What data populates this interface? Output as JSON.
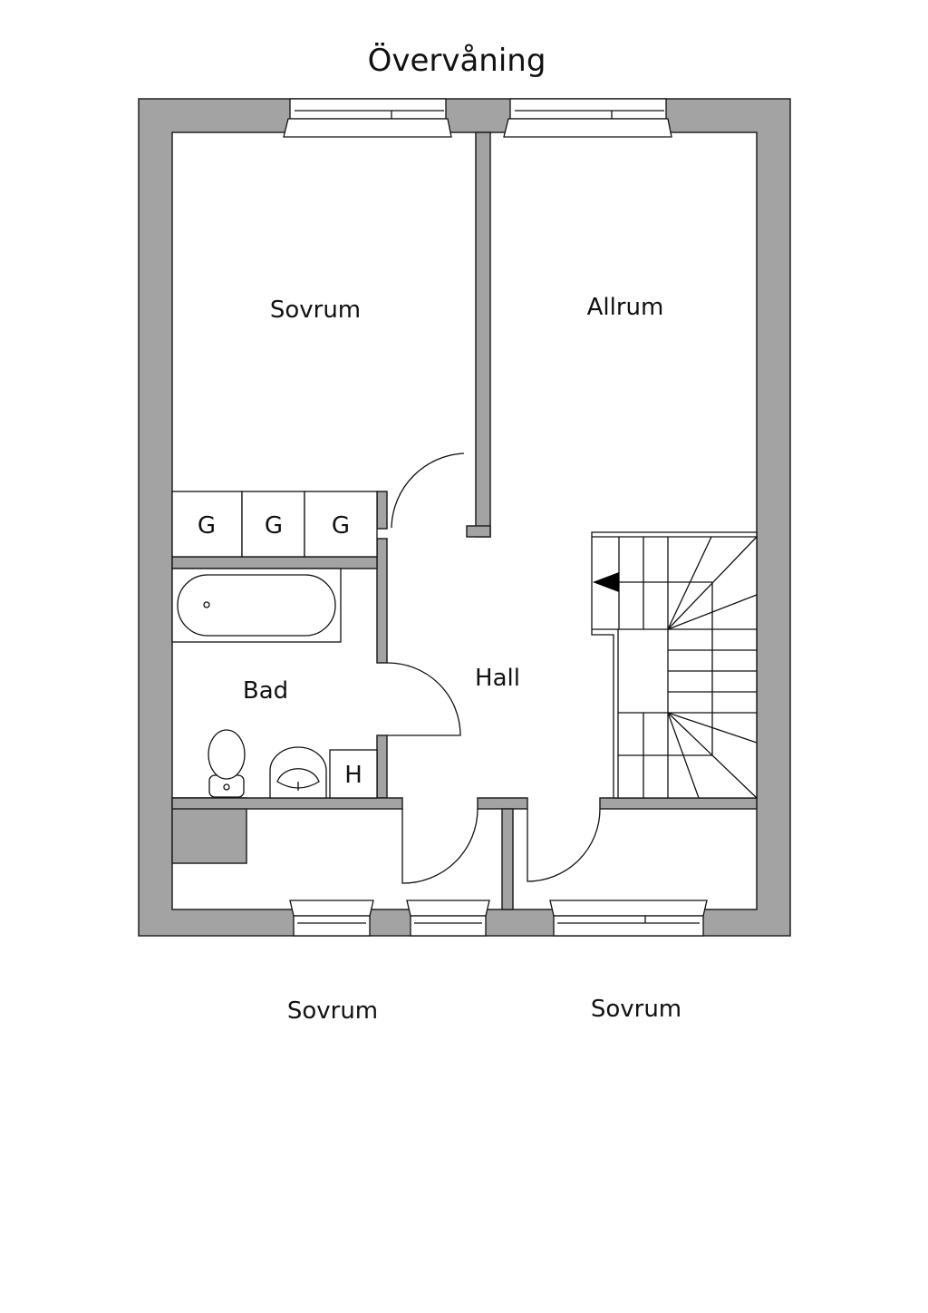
{
  "title": "Övervåning",
  "rooms": {
    "bedroom_top": "Sovrum",
    "family_room": "Allrum",
    "bathroom": "Bad",
    "hall": "Hall",
    "bedroom_bottom_left": "Sovrum",
    "bedroom_bottom_right": "Sovrum"
  },
  "closets": [
    "G",
    "G",
    "G"
  ],
  "cabinet": "H",
  "colors": {
    "wall": "#a3a3a3",
    "line": "#111111"
  }
}
